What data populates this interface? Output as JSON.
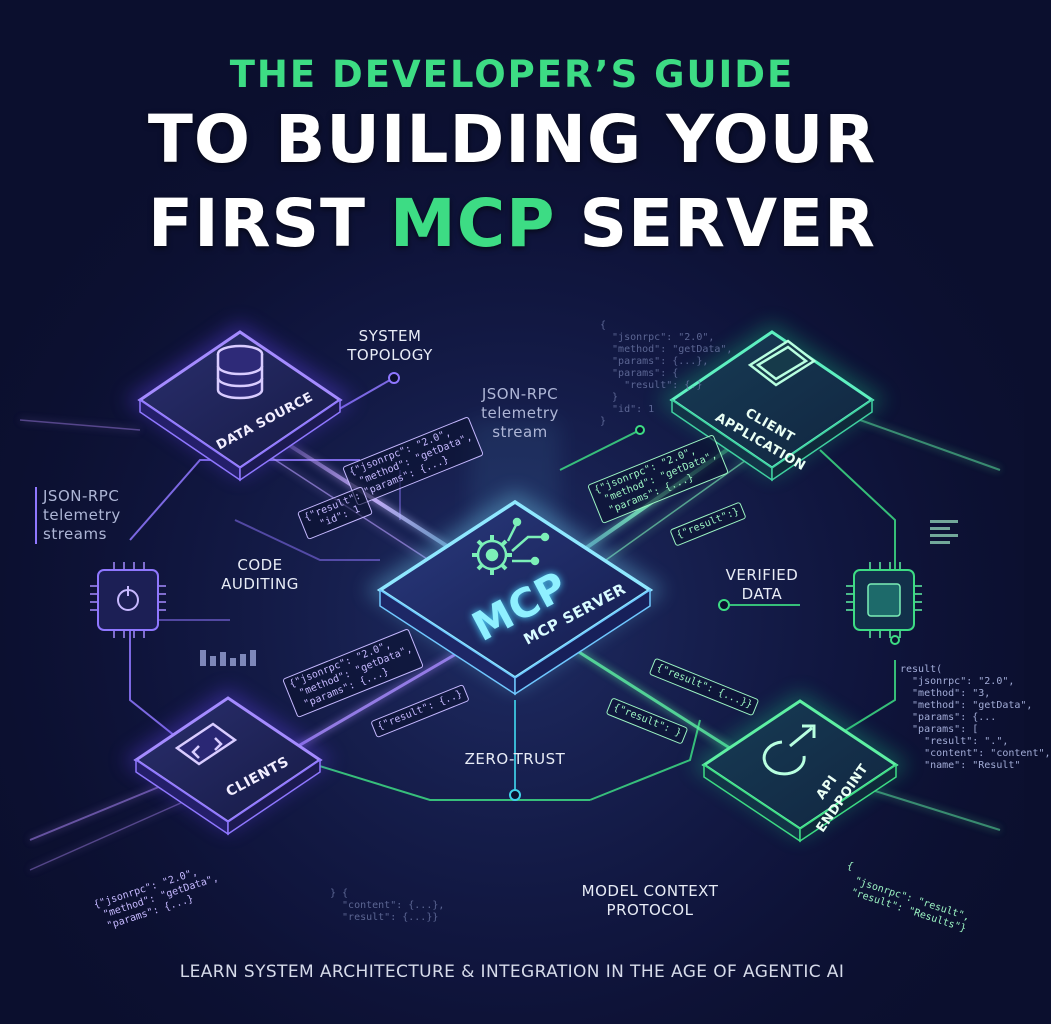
{
  "title": {
    "line1": "THE DEVELOPER’S GUIDE",
    "line2": "TO BUILDING YOUR",
    "line3_prefix": "FIRST ",
    "line3_accent": "MCP",
    "line3_suffix": " SERVER"
  },
  "nodes": {
    "data_source": "DATA SOURCE",
    "client_application": "CLIENT APPLICATION",
    "mcp_server_big": "MCP",
    "mcp_server_small": "MCP SERVER",
    "clients": "CLIENTS",
    "api_endpoint": "API ENDPOINT"
  },
  "labels": {
    "system_topology": "SYSTEM TOPOLOGY",
    "json_rpc_stream": "JSON-RPC telemetry stream",
    "json_rpc_streams": "JSON-RPC telemetry streams",
    "code_auditing": "CODE AUDITING",
    "verified_data": "VERIFIED DATA",
    "zero_trust": "ZERO-TRUST",
    "model_context_protocol": "MODEL CONTEXT PROTOCOL"
  },
  "code_snippets": {
    "top_center": "{\n  \"jsonrpc\": \"2.0\",\n  \"method\": \"getData\",\n  \"params\": {...},\n  \"params\": {\n    \"result\": {.}\n  }\n  \"id\": 1\n}",
    "left_request": "{\"jsonrpc\": \"2.0\",\n \"method\": \"getData\",\n \"params\": {...}",
    "left_result": "{\"result\":\n  \"id\": 1",
    "right_request": "{\"jsonrpc\": \"2.0\",\n \"method\": \"getData\",\n \"params\": {...}",
    "right_result": "{\"result\":}",
    "center_left_request": "{\"jsonrpc\": \"2.0\",\n \"method\": \"getData\",\n \"params\": {...}",
    "center_left_result": "{\"result\": {..}",
    "center_right_result_a": "{\"result\": {...}}",
    "center_right_result_b": "{\"result\": }",
    "right_side": "result(\n  \"jsonrpc\": \"2.0\",\n  \"method\": \"3,\n  \"method\": \"getData\",\n  \"params\": {...\n  \"params\": [\n    \"result\": \".\",\n    \"content\": \"content\",\n    \"name\": \"Result\"",
    "bottom_left": "{\"jsonrpc\": \"2.0\",\n \"method\": \"getData\",\n \"params\": {...}",
    "bottom_center": "} {\n  \"content\": {...},\n  \"result\": {...}}",
    "bottom_right": "{\n  \"jsonrpc\": \"result\",\n  \"result\": \"Results\"}"
  },
  "footer": "LEARN SYSTEM ARCHITECTURE & INTEGRATION IN THE AGE OF AGENTIC AI",
  "colors": {
    "background": "#0b0f2e",
    "accent_green": "#3ddc84",
    "accent_purple": "#8b5cf6",
    "accent_cyan": "#3fd0e8"
  },
  "icons": [
    "database-icon",
    "monitor-icon",
    "gear-network-icon",
    "code-window-icon",
    "plug-arrow-icon",
    "chip-icon"
  ]
}
